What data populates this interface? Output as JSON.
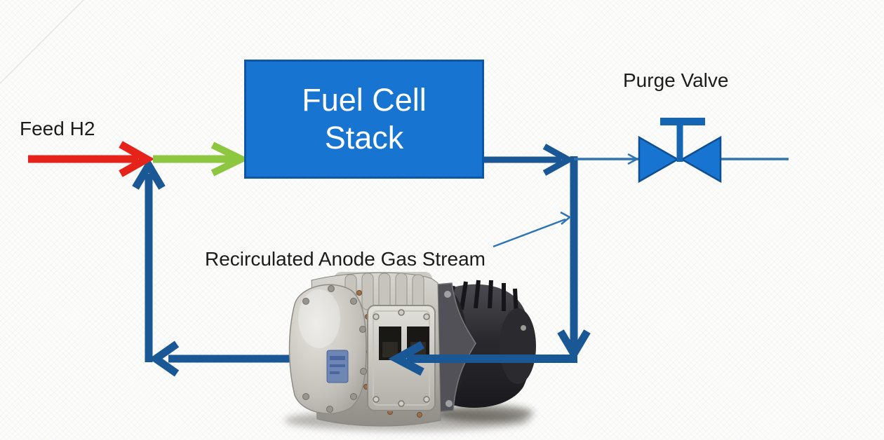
{
  "slide": {
    "type": "process-flow-diagram"
  },
  "labels": {
    "feed": "Feed H2",
    "purge_valve": "Purge Valve",
    "recirculated_stream": "Recirculated Anode Gas Stream"
  },
  "fuel_cell_stack": {
    "line1": "Fuel Cell",
    "line2": "Stack"
  },
  "colors": {
    "feed_arrow_red": "#E5231B",
    "inlet_arrow_green": "#8DC63F",
    "recirculation_blue": "#1A5795",
    "thin_line_blue": "#2E74B5",
    "stack_box_fill": "#1774D1",
    "stack_box_border": "#0D57A5",
    "valve_fill": "#1774D1",
    "valve_outline": "#0F4E8F",
    "valve_handle": "#1565B2",
    "label_text": "#1C1C1C",
    "stack_text": "#FFFFFF"
  },
  "icons": {
    "purge_valve_icon": "gate-valve-bowtie-icon",
    "blower_photo": "anode-recirculation-blower-photo"
  }
}
